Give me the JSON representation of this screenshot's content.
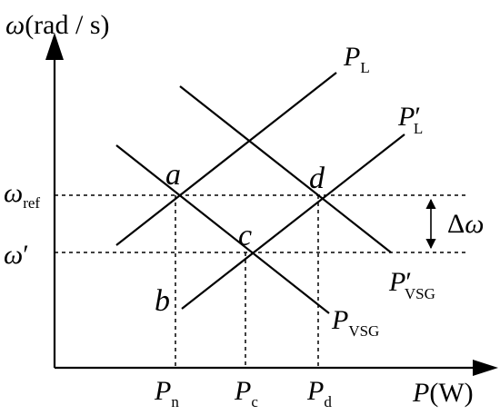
{
  "axes": {
    "y_label": {
      "symbol": "ω",
      "unit": "(rad / s)"
    },
    "x_label": {
      "symbol": "P",
      "unit": "(W)"
    }
  },
  "y_ticks": {
    "omega_ref": {
      "symbol": "ω",
      "sub": "ref"
    },
    "omega_prime": {
      "symbol": "ω",
      "prime": "′"
    }
  },
  "x_ticks": {
    "pn": {
      "symbol": "P",
      "sub": "n"
    },
    "pc": {
      "symbol": "P",
      "sub": "c"
    },
    "pd": {
      "symbol": "P",
      "sub": "d"
    }
  },
  "line_labels": {
    "pl": {
      "symbol": "P",
      "sub": "L"
    },
    "pl_prime": {
      "symbol": "P",
      "prime": "′",
      "sub": "L"
    },
    "pvsg": {
      "symbol": "P",
      "sub": "VSG"
    },
    "pvsg_prime": {
      "symbol": "P",
      "prime": "′",
      "sub": "VSG"
    }
  },
  "points": {
    "a": "a",
    "b": "b",
    "c": "c",
    "d": "d"
  },
  "delta": {
    "symbol": "Δ",
    "omega": "ω"
  },
  "colors": {
    "ink": "#000000",
    "background": "#ffffff"
  }
}
